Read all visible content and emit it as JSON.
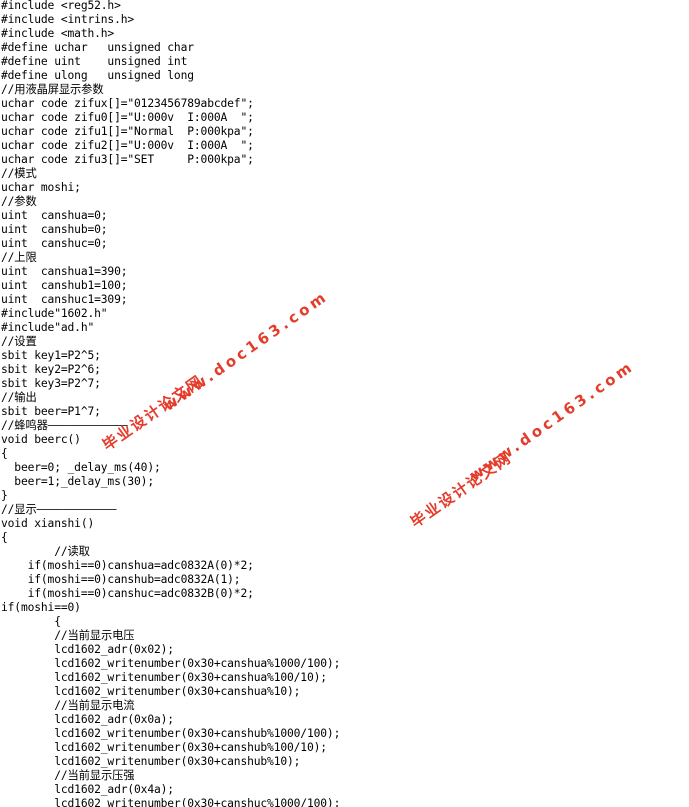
{
  "document": {
    "lines": [
      "#include <reg52.h>",
      "#include <intrins.h>",
      "#include <math.h>",
      "#define uchar   unsigned char",
      "#define uint    unsigned int",
      "#define ulong   unsigned long",
      "//用液晶屏显示参数",
      "uchar code zifux[]=\"0123456789abcdef\";",
      "uchar code zifu0[]=\"U:000v  I:000A  \";",
      "uchar code zifu1[]=\"Normal  P:000kpa\";",
      "uchar code zifu2[]=\"U:000v  I:000A  \";",
      "uchar code zifu3[]=\"SET     P:000kpa\";",
      "//模式",
      "uchar moshi;",
      "//参数",
      "uint  canshua=0;",
      "uint  canshub=0;",
      "uint  canshuc=0;",
      "//上限",
      "uint  canshua1=390;",
      "uint  canshub1=100;",
      "uint  canshuc1=309;",
      "#include\"1602.h\"",
      "#include\"ad.h\"",
      "//设置",
      "sbit key1=P2^5;",
      "sbit key2=P2^6;",
      "sbit key3=P2^7;",
      "//输出",
      "sbit beer=P1^7;",
      "//蜂鸣器————————————",
      "void beerc()",
      "{",
      "  beer=0; _delay_ms(40);",
      "  beer=1;_delay_ms(30);",
      "}",
      "//显示————————————",
      "void xianshi()",
      "{",
      "        //读取",
      "    if(moshi==0)canshua=adc0832A(0)*2;",
      "    if(moshi==0)canshub=adc0832A(1);",
      "    if(moshi==0)canshuc=adc0832B(0)*2;",
      "if(moshi==0)",
      "        {",
      "        //当前显示电压",
      "        lcd1602_adr(0x02);",
      "        lcd1602_writenumber(0x30+canshua%1000/100);",
      "        lcd1602_writenumber(0x30+canshua%100/10);",
      "        lcd1602_writenumber(0x30+canshua%10);",
      "        //当前显示电流",
      "        lcd1602_adr(0x0a);",
      "        lcd1602_writenumber(0x30+canshub%1000/100);",
      "        lcd1602_writenumber(0x30+canshub%100/10);",
      "        lcd1602_writenumber(0x30+canshub%10);",
      "        //当前显示压强",
      "        lcd1602_adr(0x4a);",
      "        lcd1602_writenumber(0x30+canshuc%1000/100);"
    ]
  },
  "watermarks": [
    {
      "cn": "毕业设计论文网",
      "url": "www.doc163.com"
    },
    {
      "cn": "毕业设计论文网",
      "url": "www.doc163.com"
    }
  ],
  "colors": {
    "text": "#000000",
    "background": "#ffffff",
    "watermark": "#e53b2a"
  }
}
